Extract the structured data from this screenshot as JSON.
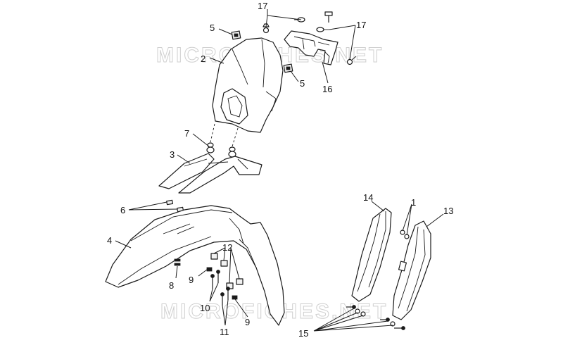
{
  "watermark": "MICROFICHES.NET",
  "callouts": {
    "c1": "1",
    "c2": "2",
    "c3": "3",
    "c4": "4",
    "c5a": "5",
    "c5b": "5",
    "c6": "6",
    "c7": "7",
    "c8": "8",
    "c9a": "9",
    "c9b": "9",
    "c10": "10",
    "c11": "11",
    "c12": "12",
    "c13": "13",
    "c14": "14",
    "c15": "15",
    "c16": "16",
    "c17a": "17",
    "c17b": "17"
  }
}
